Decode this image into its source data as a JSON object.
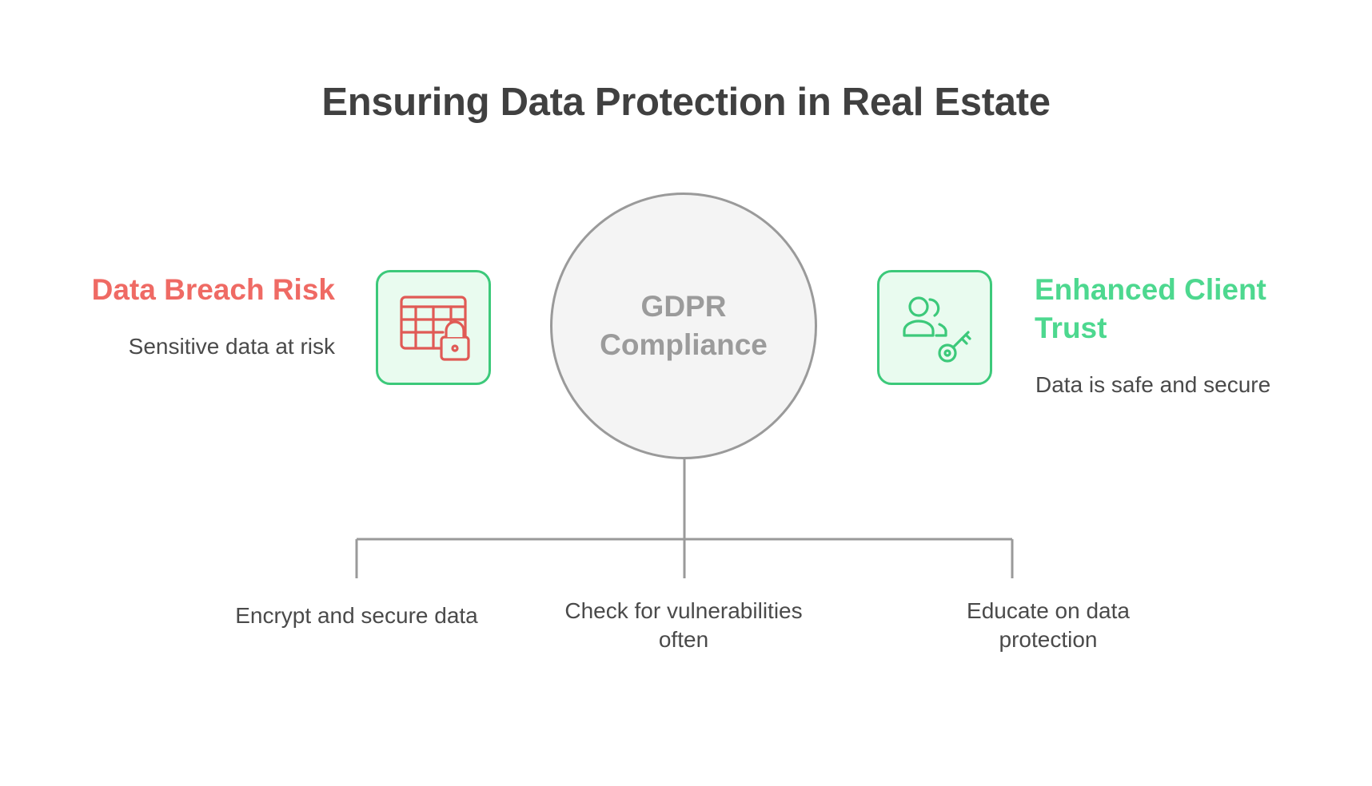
{
  "title": "Ensuring Data Protection in Real Estate",
  "hub": {
    "label": "GDPR Compliance"
  },
  "left": {
    "heading": "Data Breach Risk",
    "description": "Sensitive data at risk",
    "icon": "spreadsheet-lock-icon",
    "heading_color": "#ef6a64"
  },
  "right": {
    "heading": "Enhanced Client Trust",
    "description": "Data is safe and secure",
    "icon": "users-key-icon",
    "heading_color": "#4dd88f"
  },
  "branches": [
    {
      "label": "Encrypt and secure data"
    },
    {
      "label": "Check for vulnerabilities often"
    },
    {
      "label": "Educate on data protection"
    }
  ],
  "colors": {
    "icon_border": "#3cc97a",
    "icon_background": "#e9fbef",
    "hub_fill": "#f4f4f4",
    "hub_stroke": "#9a9a9a",
    "connector": "#9a9a9a"
  }
}
